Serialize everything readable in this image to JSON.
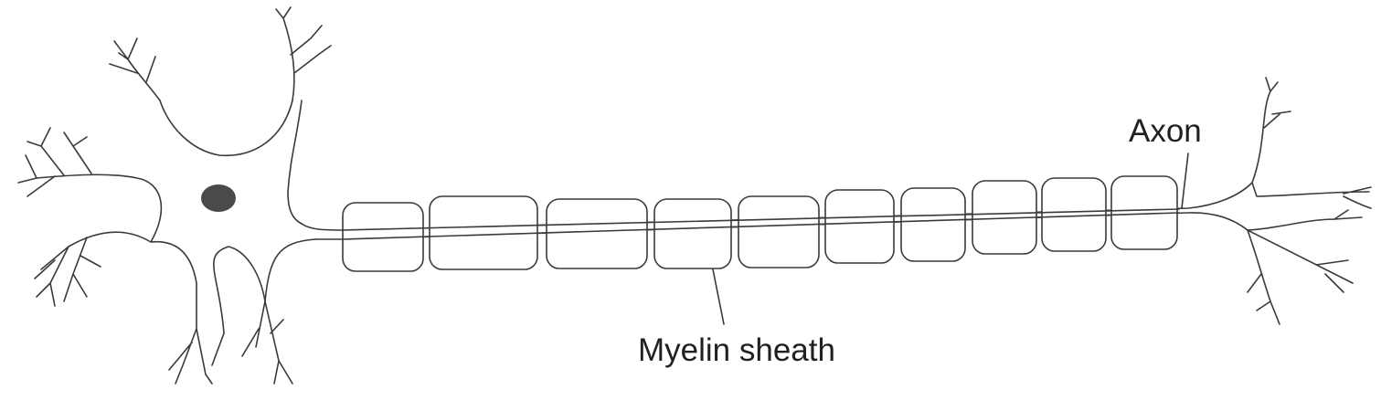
{
  "labels": {
    "axon": "Axon",
    "myelin_sheath": "Myelin sheath"
  },
  "myelin_segment_count": 10,
  "colors": {
    "stroke": "#3a3a3a",
    "nucleus": "#4a4a4a",
    "text": "#231f20",
    "background": "#ffffff"
  }
}
